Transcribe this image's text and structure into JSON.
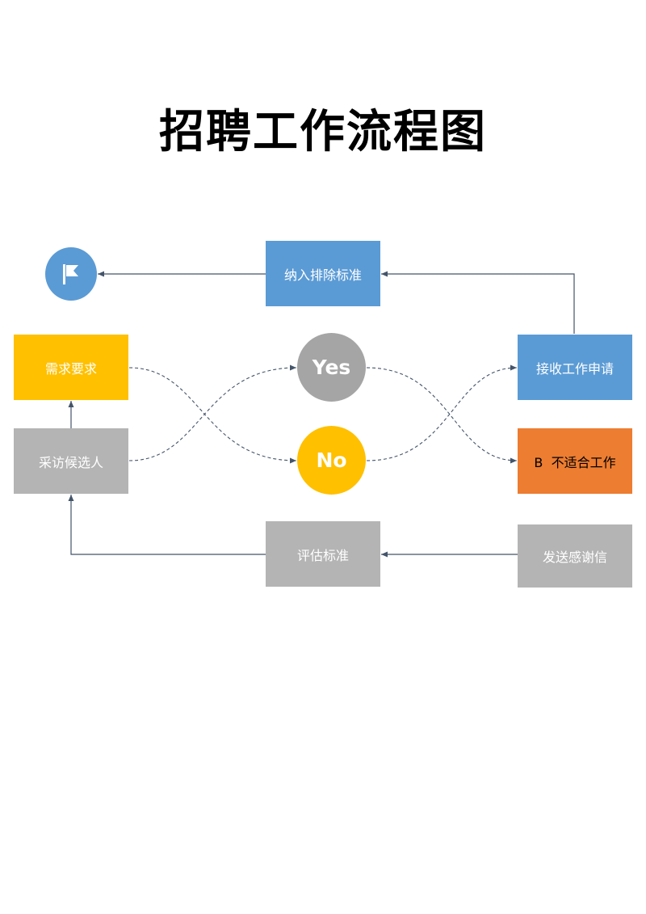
{
  "title": "招聘工作流程图",
  "colors": {
    "blue": "#5b9bd5",
    "yellow": "#ffc000",
    "gray": "#b4b4b4",
    "orange": "#ed7d31",
    "connector": "#44546a"
  },
  "nodes": {
    "start_icon": "flag-icon",
    "include_criteria": "纳入排除标准",
    "demand": "需求要求",
    "interview": "采访候选人",
    "yes": "Yes",
    "no": "No",
    "receive_application": "接收工作申请",
    "not_suitable": "B  不适合工作",
    "evaluate_criteria": "评估标准",
    "send_thanks": "发送感谢信"
  }
}
